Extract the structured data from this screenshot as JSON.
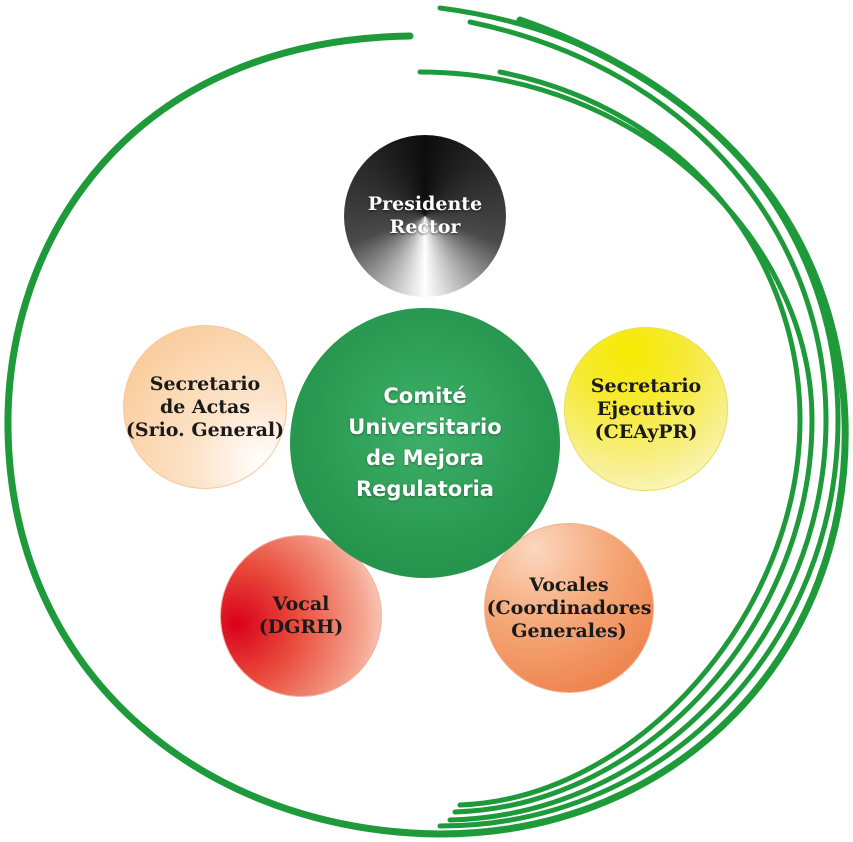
{
  "colors": {
    "ring": "#1e9a3a",
    "center": "#2a9a52",
    "president": "#0d0d0d",
    "secretario_actas": "#f9c58e",
    "secretario_ejecutivo": "#f6ea3a",
    "vocal": "#d9001b",
    "vocales": "#ef8a55"
  },
  "center": {
    "lines": [
      "Comité",
      "Universitario",
      "de Mejora",
      "Regulatoria"
    ]
  },
  "nodes": {
    "presidente": {
      "lines": [
        "Presidente",
        "Rector"
      ]
    },
    "secretario_actas": {
      "lines": [
        "Secretario",
        "de Actas",
        "(Srio. General)"
      ]
    },
    "secretario_ejecutivo": {
      "lines": [
        "Secretario",
        "Ejecutivo",
        "(CEAyPR)"
      ]
    },
    "vocal": {
      "lines": [
        "Vocal",
        "(DGRH)"
      ]
    },
    "vocales": {
      "lines": [
        "Vocales",
        "(Coordinadores",
        "Generales)"
      ]
    }
  }
}
